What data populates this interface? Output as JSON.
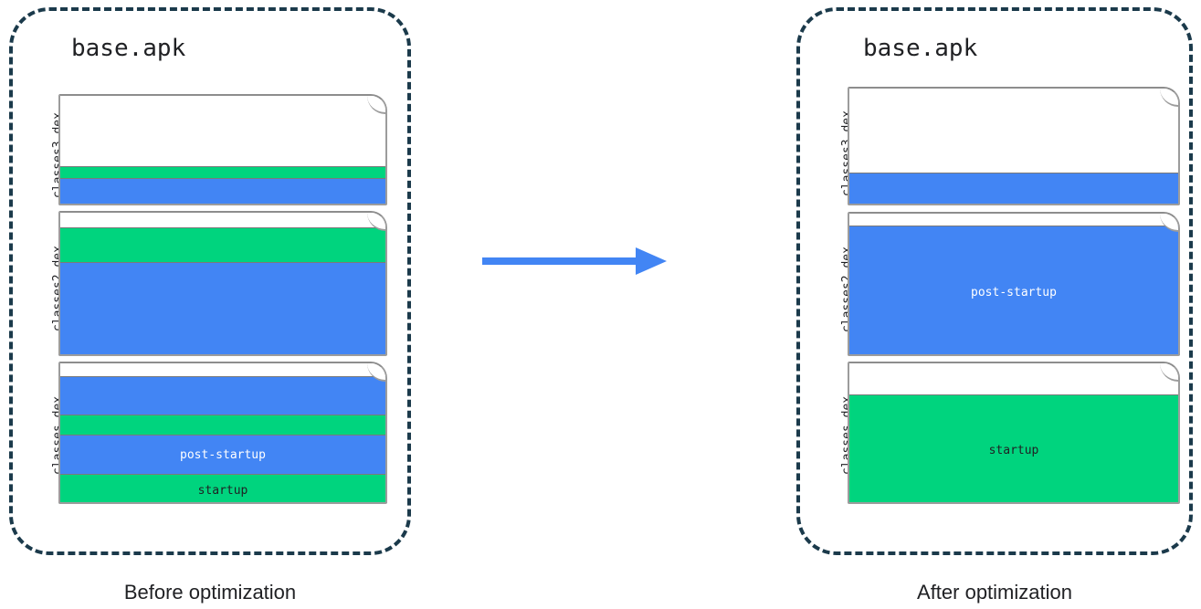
{
  "diagram": {
    "type": "apk-dex-layout-comparison",
    "colors": {
      "startup": "#00d47e",
      "post_startup": "#4285f4",
      "unused": "#ffffff",
      "panel_border": "#1b3a4b",
      "arrow": "#4285f4",
      "frame_stroke": "#9c9c9c",
      "text": "#202124"
    },
    "arrow": {
      "direction": "right",
      "name": "optimization-arrow"
    }
  },
  "before": {
    "caption": "Before optimization",
    "apk_title": "base.apk",
    "dex_files": [
      {
        "label": "classes3.dex",
        "segments": [
          {
            "kind": "unused",
            "label": "",
            "fraction": 0.63
          },
          {
            "kind": "startup",
            "label": "",
            "fraction": 0.11
          },
          {
            "kind": "post-startup",
            "label": "",
            "fraction": 0.26
          }
        ]
      },
      {
        "label": "classes2.dex",
        "segments": [
          {
            "kind": "unused",
            "label": "",
            "fraction": 0.1
          },
          {
            "kind": "startup",
            "label": "",
            "fraction": 0.24
          },
          {
            "kind": "post-startup",
            "label": "",
            "fraction": 0.66
          }
        ]
      },
      {
        "label": "classes.dex",
        "segments": [
          {
            "kind": "unused",
            "label": "",
            "fraction": 0.09
          },
          {
            "kind": "post-startup",
            "label": "",
            "fraction": 0.27
          },
          {
            "kind": "startup",
            "label": "",
            "fraction": 0.14
          },
          {
            "kind": "post-startup",
            "label": "post-startup",
            "fraction": 0.28
          },
          {
            "kind": "startup",
            "label": "startup",
            "fraction": 0.22
          }
        ]
      }
    ]
  },
  "after": {
    "caption": "After optimization",
    "apk_title": "base.apk",
    "dex_files": [
      {
        "label": "classes3.dex",
        "segments": [
          {
            "kind": "unused",
            "label": "",
            "fraction": 0.71
          },
          {
            "kind": "post-startup",
            "label": "",
            "fraction": 0.29
          }
        ]
      },
      {
        "label": "classes2.dex",
        "segments": [
          {
            "kind": "unused",
            "label": "",
            "fraction": 0.08
          },
          {
            "kind": "post-startup",
            "label": "post-startup",
            "fraction": 0.92
          }
        ]
      },
      {
        "label": "classes.dex",
        "segments": [
          {
            "kind": "unused",
            "label": "",
            "fraction": 0.22
          },
          {
            "kind": "startup",
            "label": "startup",
            "fraction": 0.78
          }
        ]
      }
    ]
  }
}
